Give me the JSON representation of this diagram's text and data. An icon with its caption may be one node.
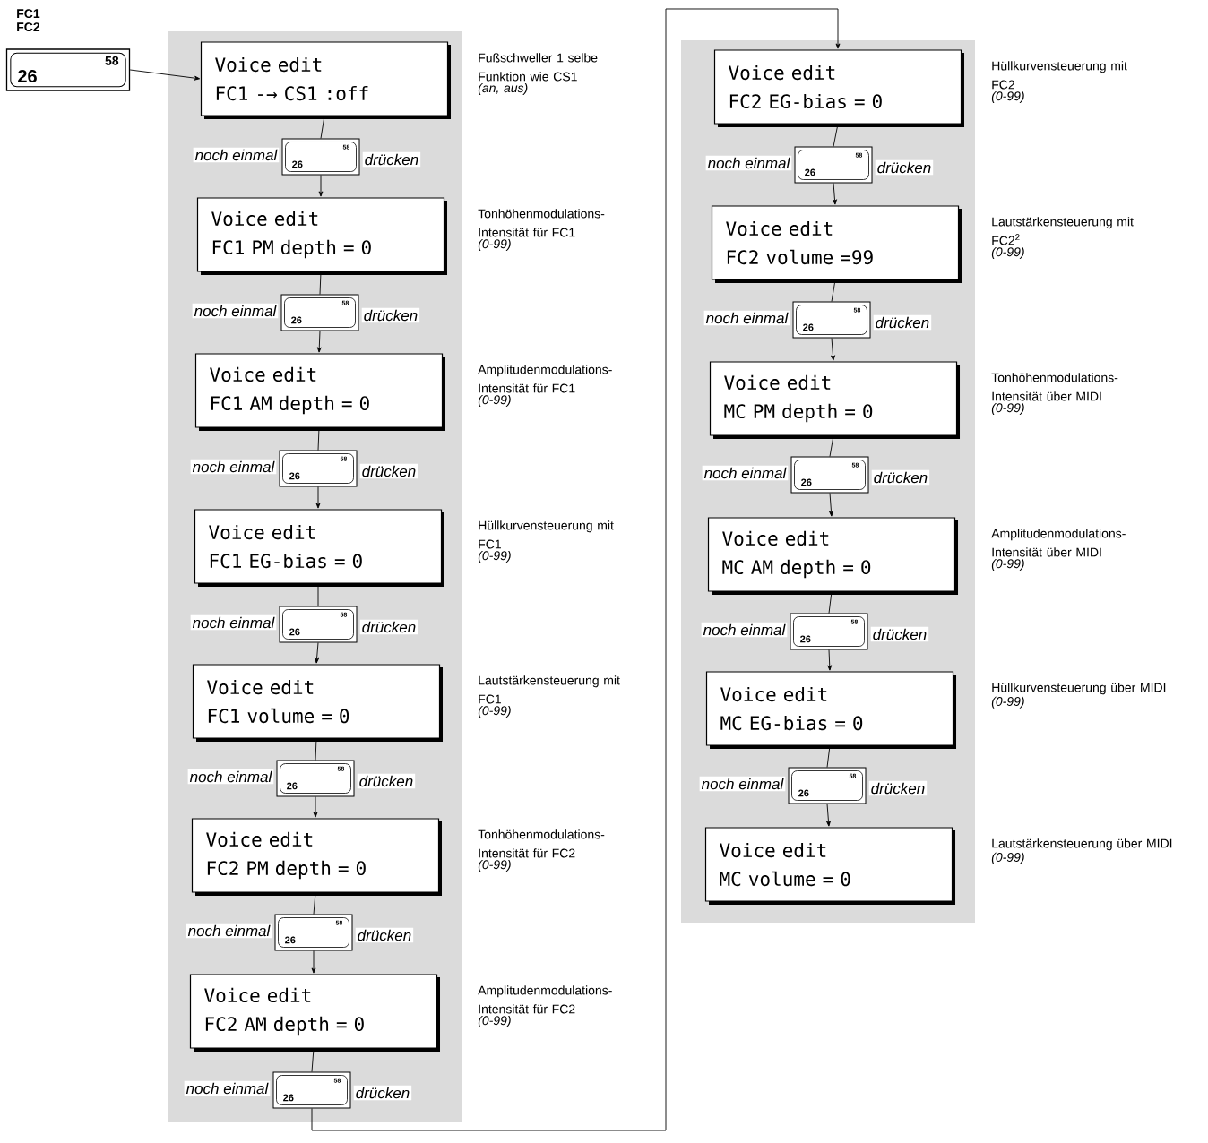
{
  "diagram": {
    "nodes": [
      {
        "text": [
          "26",
          "58"
        ],
        "beside": [
          "FC1",
          "FC2"
        ]
      },
      {
        "text": [
          "Voice edit",
          "FC1 -→ CS1 :off"
        ],
        "beside": [
          "Fußschweller 1 selbe Funktion wie CS1",
          "(an, aus)"
        ]
      },
      {
        "text": [
          "26",
          "58"
        ],
        "beside": [
          "noch einmal",
          "drücken"
        ]
      },
      {
        "text": [
          "Voice edit",
          "FC1 PM depth = 0"
        ],
        "beside": [
          "Tonhöhenmodulations-Intensität für FC1",
          "(0-99)"
        ]
      },
      {
        "text": [
          "26",
          "58"
        ],
        "beside": [
          "noch einmal",
          "drücken"
        ]
      },
      {
        "text": [
          "Voice edit",
          "FC1 AM depth = 0"
        ],
        "beside": [
          "Amplitudenmodulations-Intensität für FC1",
          "(0-99)"
        ]
      },
      {
        "text": [
          "26",
          "58"
        ],
        "beside": [
          "noch einmal",
          "drücken"
        ]
      },
      {
        "text": [
          "Voice edit",
          "FC1 EG-bias = 0"
        ],
        "beside": [
          "Hüllkurvensteuerung mit FC1",
          "(0-99)"
        ]
      },
      {
        "text": [
          "26",
          "58"
        ],
        "beside": [
          "noch einmal",
          "drücken"
        ]
      },
      {
        "text": [
          "Voice edit",
          "FC1 volume = 0"
        ],
        "beside": [
          "Lautstärkensteuerung mit FC1",
          "(0-99)"
        ]
      },
      {
        "text": [
          "26",
          "58"
        ],
        "beside": [
          "noch einmal",
          "drücken"
        ]
      },
      {
        "text": [
          "Voice edit",
          "FC2 PM depth = 0"
        ],
        "beside": [
          "Tonhöhenmodulations-Intensität für FC2",
          "(0-99)"
        ]
      },
      {
        "text": [
          "26",
          "58"
        ],
        "beside": [
          "noch einmal",
          "drücken"
        ]
      },
      {
        "text": [
          "Voice edit",
          "FC2 AM depth = 0"
        ],
        "beside": [
          "Amplitudenmodulations-Intensität für FC2",
          "(0-99)"
        ]
      },
      {
        "text": [
          "26",
          "58"
        ],
        "beside": [
          "noch einmal",
          "drücken"
        ]
      },
      {
        "text": [
          "Voice edit",
          "FC2 EG-bias = 0"
        ],
        "beside": [
          "Hüllkurvensteuerung mit FC2",
          "(0-99)"
        ]
      },
      {
        "text": [
          "26",
          "58"
        ],
        "beside": [
          "noch einmal",
          "drücken"
        ]
      },
      {
        "text": [
          "Voice edit",
          "FC2 volume =99"
        ],
        "beside": [
          "Lautstärkensteuerung mit FC2$^{2}$",
          "(0-99)"
        ]
      },
      {
        "text": [
          "26",
          "58"
        ],
        "beside": [
          "noch einmal",
          "drücken"
        ]
      },
      {
        "text": [
          "Voice edit",
          "MC PM depth = 0"
        ],
        "beside": [
          "Tonhöhenmodulations-Intensität über MIDI",
          "(0-99)"
        ]
      },
      {
        "text": [
          "26",
          "58"
        ],
        "beside": [
          "noch einmal",
          "drücken"
        ]
      },
      {
        "text": [
          "Voice edit",
          "MC AM depth = 0"
        ],
        "beside": [
          "Amplitudenmodulations-Intensität über MIDI",
          "(0-99)"
        ]
      },
      {
        "text": [
          "26",
          "58"
        ],
        "beside": [
          "noch einmal",
          "drücken"
        ]
      },
      {
        "text": [
          "Voice edit",
          "MC EG-bias = 0"
        ],
        "beside": [
          "Hüllkurvensteuerung über MIDI",
          "(0-99)"
        ]
      },
      {
        "text": [
          "26",
          "58"
        ],
        "beside": [
          "noch einmal",
          "drücken"
        ]
      },
      {
        "text": [
          "Voice edit",
          "MC volume = 0"
        ],
        "beside": [
          "Lautstärkensteuerung über MIDI",
          "(0-99)"
        ]
      }
    ],
    "edges": [
      {
        "from": 0,
        "to": 1,
        "arrow": "to"
      },
      {
        "from": 1,
        "to": 2,
        "arrow": "none"
      },
      {
        "from": 2,
        "to": 3,
        "arrow": "to"
      },
      {
        "from": 3,
        "to": 4,
        "arrow": "none"
      },
      {
        "from": 4,
        "to": 5,
        "arrow": "to"
      },
      {
        "from": 5,
        "to": 6,
        "arrow": "none"
      },
      {
        "from": 6,
        "to": 7,
        "arrow": "to"
      },
      {
        "from": 7,
        "to": 8,
        "arrow": "none"
      },
      {
        "from": 8,
        "to": 9,
        "arrow": "to"
      },
      {
        "from": 9,
        "to": 10,
        "arrow": "none"
      },
      {
        "from": 10,
        "to": 11,
        "arrow": "to"
      },
      {
        "from": 11,
        "to": 12,
        "arrow": "none"
      },
      {
        "from": 12,
        "to": 13,
        "arrow": "to"
      },
      {
        "from": 13,
        "to": 14,
        "arrow": "none"
      },
      {
        "from": 14,
        "to": 15,
        "arrow": "to"
      },
      {
        "from": 15,
        "to": 16,
        "arrow": "none"
      },
      {
        "from": 16,
        "to": 17,
        "arrow": "to"
      },
      {
        "from": 17,
        "to": 18,
        "arrow": "none"
      },
      {
        "from": 18,
        "to": 19,
        "arrow": "to"
      },
      {
        "from": 19,
        "to": 20,
        "arrow": "none"
      },
      {
        "from": 20,
        "to": 21,
        "arrow": "to"
      },
      {
        "from": 21,
        "to": 22,
        "arrow": "none"
      },
      {
        "from": 22,
        "to": 23,
        "arrow": "to"
      },
      {
        "from": 23,
        "to": 24,
        "arrow": "none"
      },
      {
        "from": 24,
        "to": 25,
        "arrow": "to"
      }
    ]
  }
}
